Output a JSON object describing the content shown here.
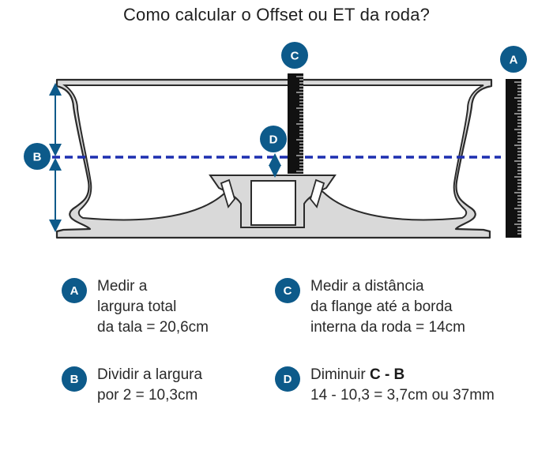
{
  "title": "Como calcular o Offset ou ET da roda?",
  "colors": {
    "accent": "#0d5a8a",
    "dashed_line": "#1d2fb0",
    "wheel_fill": "#d9d9d9",
    "wheel_stroke": "#2b2b2b",
    "ruler": "#111111"
  },
  "markers": {
    "a": "A",
    "b": "B",
    "c": "C",
    "d": "D"
  },
  "steps": [
    {
      "badge": "A",
      "lines": [
        "Medir a",
        "largura total",
        "da tala = 20,6cm"
      ]
    },
    {
      "badge": "B",
      "lines": [
        "Dividir a largura",
        "por 2 = 10,3cm"
      ]
    },
    {
      "badge": "C",
      "lines": [
        "Medir a distância",
        "da flange até a borda",
        "interna da roda = 14cm"
      ]
    },
    {
      "badge": "D",
      "prefix": "Diminuir ",
      "bold": "C - B",
      "lines": [
        "14 - 10,3 = 3,7cm ou 37mm"
      ]
    }
  ]
}
